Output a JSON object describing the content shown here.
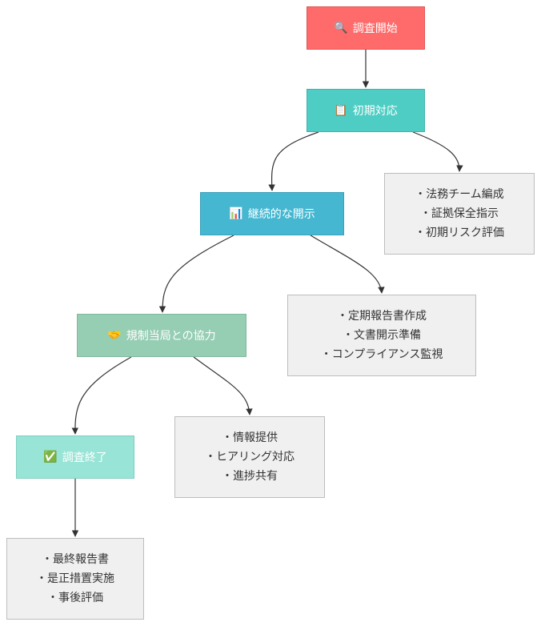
{
  "nodes": {
    "start": {
      "icon": "🔍",
      "label": "調査開始"
    },
    "initial": {
      "icon": "📋",
      "label": "初期対応"
    },
    "disclosure": {
      "icon": "📊",
      "label": "継続的な開示"
    },
    "cooperation": {
      "icon": "🤝",
      "label": "規制当局との協力"
    },
    "end": {
      "icon": "✅",
      "label": "調査終了"
    }
  },
  "notes": {
    "initial": [
      "・法務チーム編成",
      "・証拠保全指示",
      "・初期リスク評価"
    ],
    "disclosure": [
      "・定期報告書作成",
      "・文書開示準備",
      "・コンプライアンス監視"
    ],
    "cooperation": [
      "・情報提供",
      "・ヒアリング対応",
      "・進捗共有"
    ],
    "end": [
      "・最終報告書",
      "・是正措置実施",
      "・事後評価"
    ]
  },
  "colors": {
    "start": "#ff6b6b",
    "initial": "#4ecdc4",
    "disclosure": "#45b7d1",
    "cooperation": "#96ceb4",
    "end": "#98e4d6",
    "note_bg": "#f0f0f0",
    "edge": "#333333"
  }
}
